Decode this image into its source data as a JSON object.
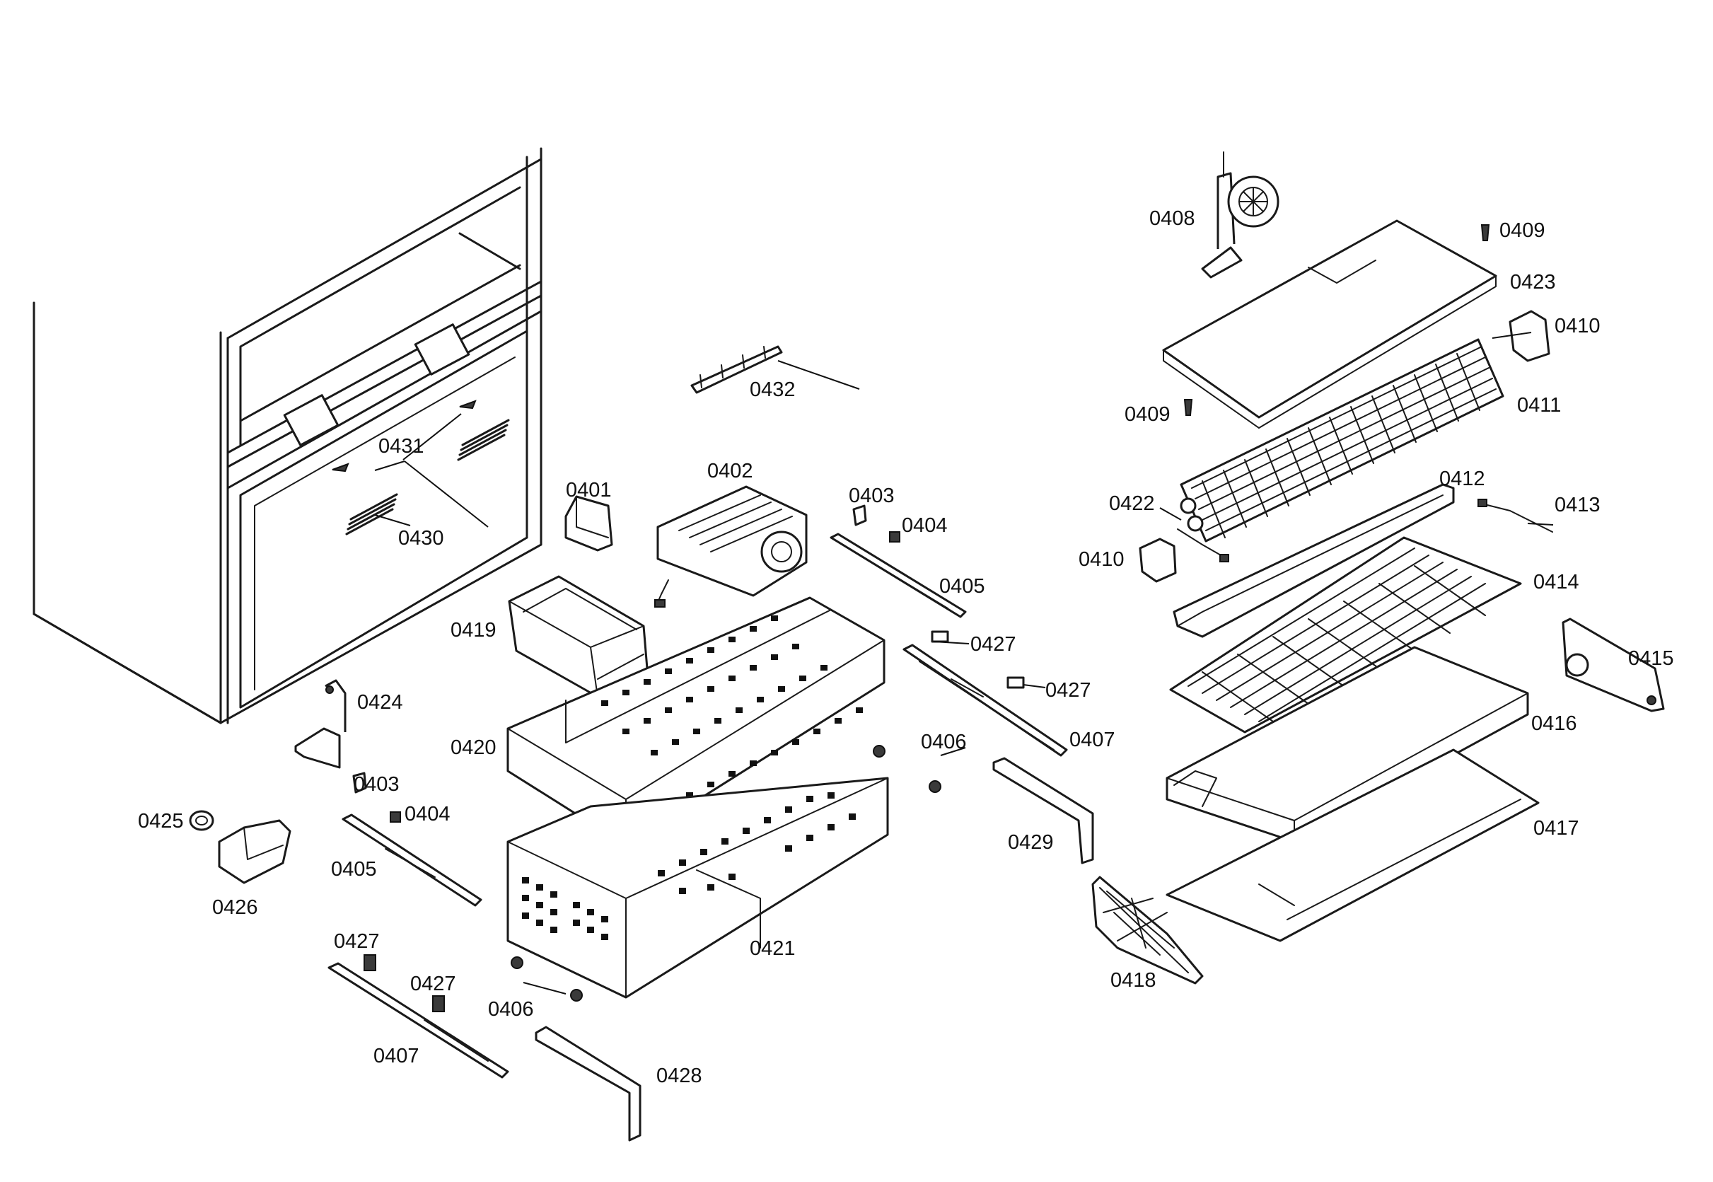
{
  "diagram": {
    "part_labels": {
      "p0401": "0401",
      "p0402": "0402",
      "p0403a": "0403",
      "p0403b": "0403",
      "p0404a": "0404",
      "p0404b": "0404",
      "p0405a": "0405",
      "p0405b": "0405",
      "p0406a": "0406",
      "p0406b": "0406",
      "p0407a": "0407",
      "p0407b": "0407",
      "p0408": "0408",
      "p0409a": "0409",
      "p0409b": "0409",
      "p0410a": "0410",
      "p0410b": "0410",
      "p0411": "0411",
      "p0412": "0412",
      "p0413": "0413",
      "p0414": "0414",
      "p0415": "0415",
      "p0416": "0416",
      "p0417": "0417",
      "p0418": "0418",
      "p0419": "0419",
      "p0420": "0420",
      "p0421": "0421",
      "p0422": "0422",
      "p0423": "0423",
      "p0424": "0424",
      "p0425": "0425",
      "p0426": "0426",
      "p0427a": "0427",
      "p0427b": "0427",
      "p0427c": "0427",
      "p0427d": "0427",
      "p0428": "0428",
      "p0429": "0429",
      "p0430": "0430",
      "p0431": "0431",
      "p0432": "0432"
    },
    "colors": {
      "line": "#1a1a1a",
      "background": "#ffffff",
      "shade": "#f2f2f2"
    }
  }
}
